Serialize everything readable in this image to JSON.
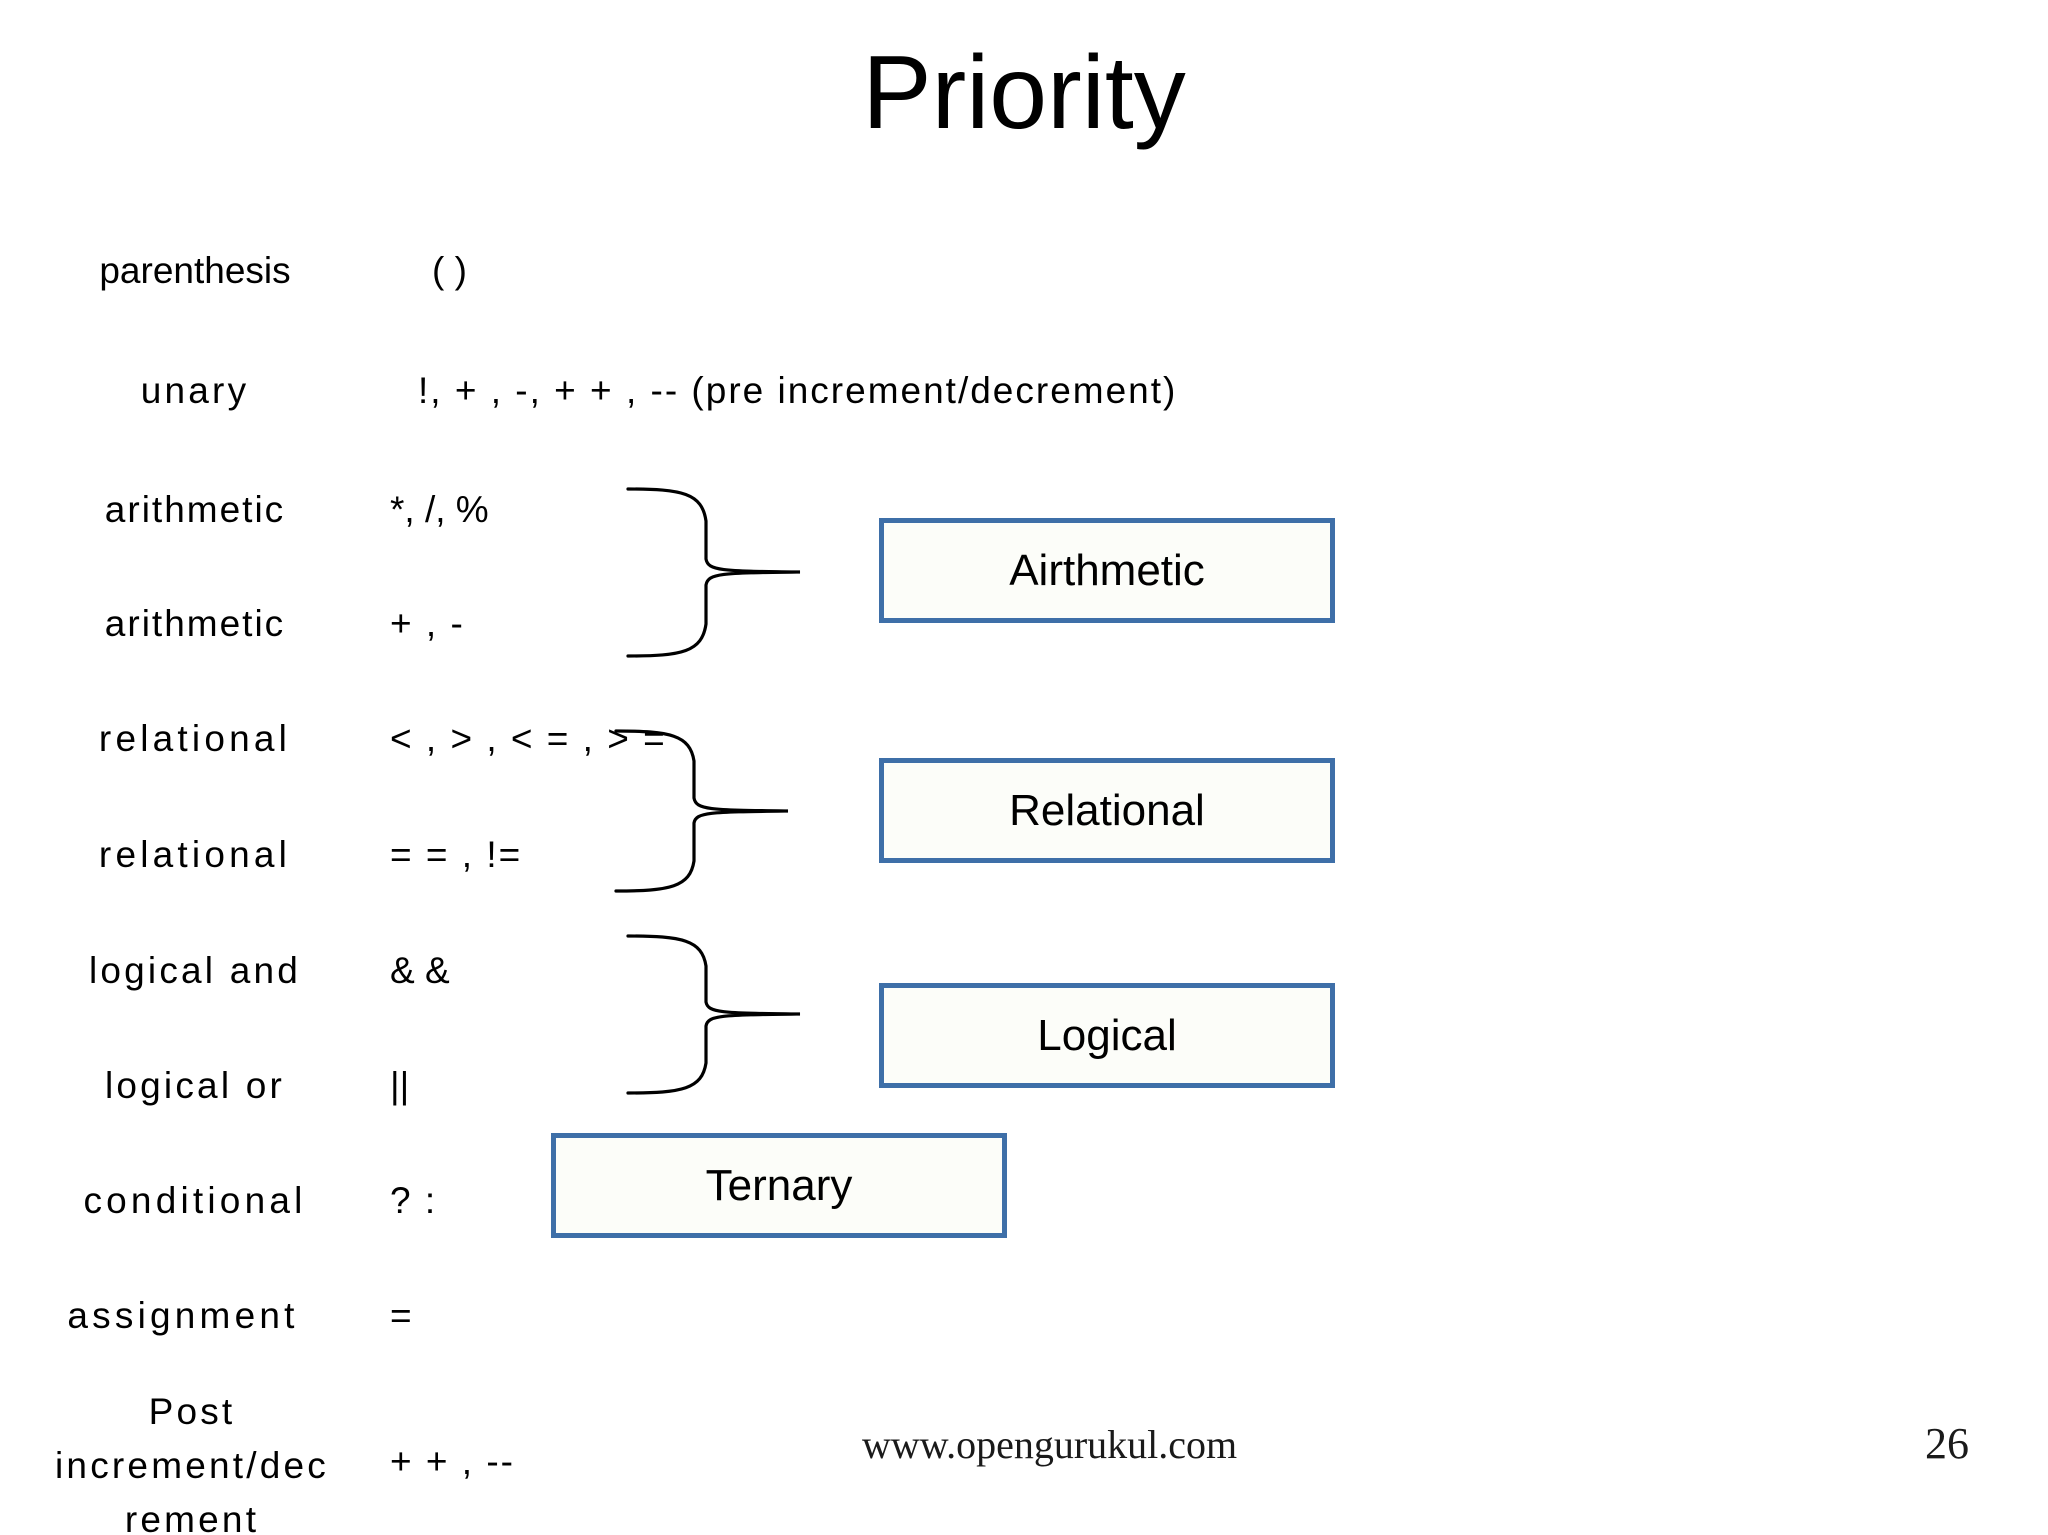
{
  "slide": {
    "title": "Priority",
    "page_number": "26",
    "footer_url": "www.opengurukul.com",
    "accent_color": "#3E6FA8",
    "box_fill_color": "#FCFDF9",
    "background_color": "#FFFFFF"
  },
  "rows": [
    {
      "label": "parenthesis",
      "operators": "( )"
    },
    {
      "label": "unary",
      "operators": "!, + , -, + + , -- (pre increment/decrement)"
    },
    {
      "label": "arithmetic",
      "operators": "*, /, %"
    },
    {
      "label": "arithmetic",
      "operators": "+ , -"
    },
    {
      "label": "relational",
      "operators": "< , > , < = , > ="
    },
    {
      "label": "relational",
      "operators": "= = , !="
    },
    {
      "label": "logical and",
      "operators": "& &"
    },
    {
      "label": "logical or",
      "operators": "||"
    },
    {
      "label": "conditional",
      "operators": "? :"
    },
    {
      "label": "assignment",
      "operators": "="
    },
    {
      "label": "Post\nincrement/dec\nrement",
      "operators": "+ + , --"
    }
  ],
  "callouts": [
    {
      "label": "Airthmetic"
    },
    {
      "label": "Relational"
    },
    {
      "label": "Logical"
    },
    {
      "label": "Ternary"
    }
  ],
  "braces": [
    {
      "name": "arithmetic-brace"
    },
    {
      "name": "relational-brace"
    },
    {
      "name": "logical-brace"
    }
  ]
}
